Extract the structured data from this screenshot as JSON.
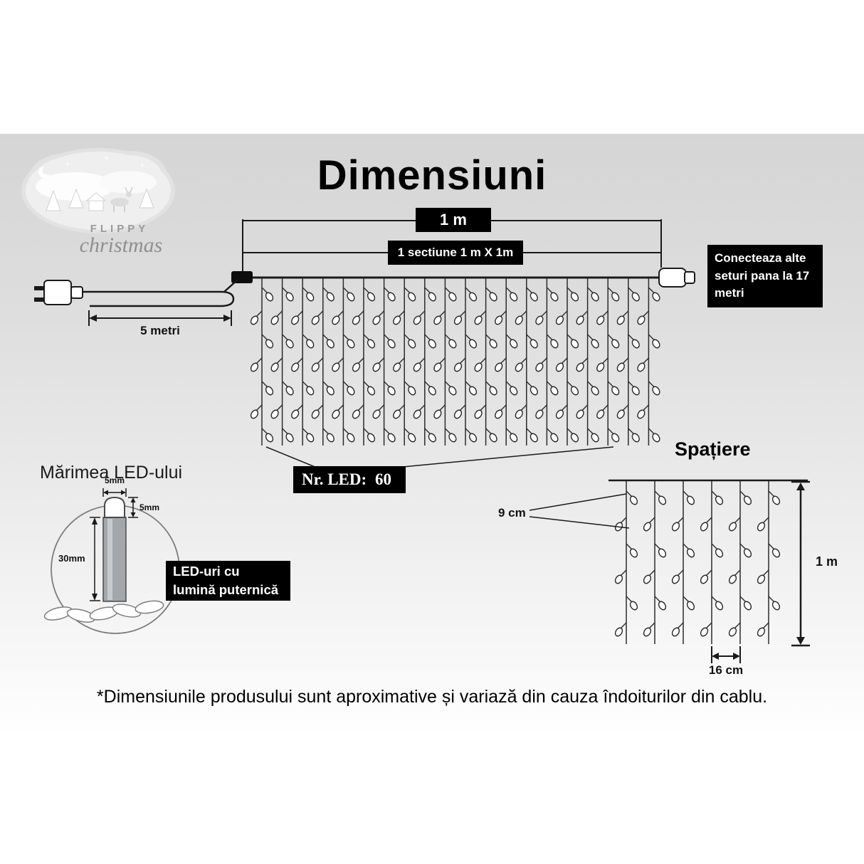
{
  "title": "Dimensiuni",
  "logo": {
    "name": "FLIPPY",
    "script": "christmas"
  },
  "main_diagram": {
    "top_dimension": "1 m",
    "section_label": "1 sectiune 1 m X 1m",
    "connect_note": "Conecteaza alte seturi pana la 17 metri",
    "lead_length": "5 metri",
    "led_count_label": "Nr. LED:",
    "led_count_value": "60"
  },
  "spacing_diagram": {
    "title": "Spațiere",
    "vertical_spacing": "9 cm",
    "height": "1 m",
    "horizontal_spacing": "16 cm"
  },
  "led_diagram": {
    "title": "Mărimea LED-ului",
    "cap_width": "5mm",
    "cap_height": "5mm",
    "body_height": "30mm",
    "note": "LED-uri cu lumină puternică"
  },
  "footnote": "*Dimensiunile produsului sunt aproximative și variază din cauza îndoiturilor din cablu.",
  "colors": {
    "label_bg": "#000000",
    "label_text": "#ffffff"
  }
}
